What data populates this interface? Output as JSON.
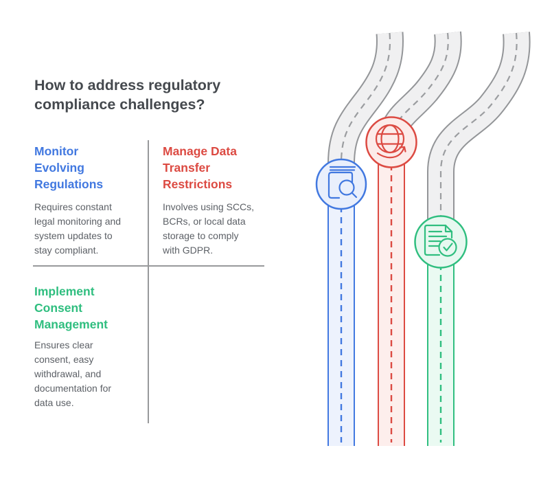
{
  "title": "How to address regulatory compliance challenges?",
  "columns": [
    {
      "heading": "Monitor Evolving Regulations",
      "body": "Requires constant legal monitoring and system updates to stay compliant.",
      "accent_color": "#4178e0",
      "icon": "book-search-icon"
    },
    {
      "heading": "Manage Data Transfer Restrictions",
      "body": "Involves using SCCs, BCRs, or local data storage to comply with GDPR.",
      "accent_color": "#dc4a42",
      "icon": "globe-arrow-icon"
    },
    {
      "heading": "Implement Consent Management",
      "body": "Ensures clear consent, easy withdrawal, and documentation for data use.",
      "accent_color": "#2fbe7f",
      "icon": "document-check-icon"
    }
  ],
  "illustration": {
    "type": "roadmap-with-milestones",
    "road_count": 3,
    "road_fill": "#f0f0f1",
    "road_border": "#939598",
    "road_dash_color": "#9b9da0",
    "milestones": [
      {
        "icon": "book-search-icon",
        "stroke": "#4178e0",
        "fill": "#e9effc"
      },
      {
        "icon": "globe-arrow-icon",
        "stroke": "#dc4a42",
        "fill": "#fcebe9"
      },
      {
        "icon": "document-check-icon",
        "stroke": "#2fbe7f",
        "fill": "#e7f8f0"
      }
    ]
  }
}
